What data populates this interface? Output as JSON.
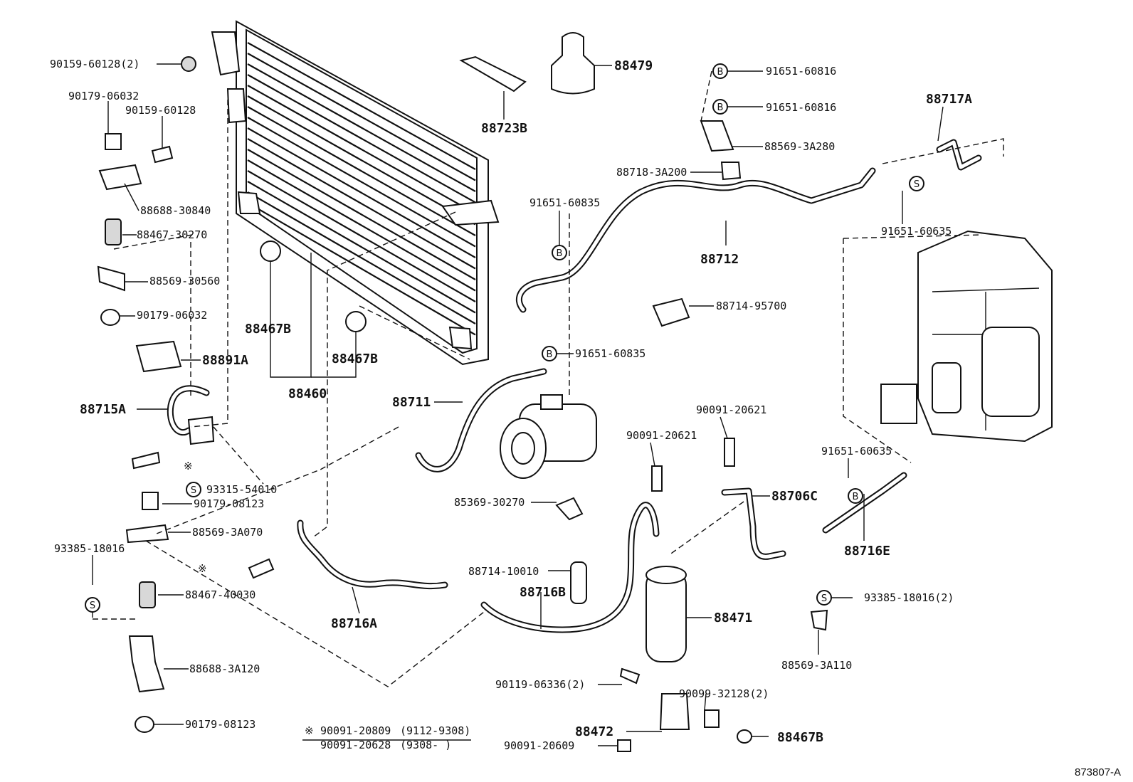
{
  "labels": {
    "l_90159_60128_2": "90159-60128(2)",
    "l_90179_06032_a": "90179-06032",
    "l_90159_60128": "90159-60128",
    "l_88688_30840": "88688-30840",
    "l_88467_30270": "88467-30270",
    "l_88569_30560": "88569-30560",
    "l_90179_06032_b": "90179-06032",
    "l_88891A": "88891A",
    "l_88715A": "88715A",
    "l_93315_54010": "93315-54010",
    "l_90179_08123_a": "90179-08123",
    "l_88569_3A070": "88569-3A070",
    "l_93385_18016": "93385-18016",
    "l_88467_40030": "88467-40030",
    "l_88688_3A120": "88688-3A120",
    "l_90179_08123_b": "90179-08123",
    "l_88467B_a": "88467B",
    "l_88467B_b": "88467B",
    "l_88460": "88460",
    "l_88723B": "88723B",
    "l_88479": "88479",
    "l_91651_60816_a": "91651-60816",
    "l_91651_60816_b": "91651-60816",
    "l_88569_3A280": "88569-3A280",
    "l_88718_3A200": "88718-3A200",
    "l_91651_60835_a": "91651-60835",
    "l_88712": "88712",
    "l_88714_95700": "88714-95700",
    "l_91651_60835_b": "91651-60835",
    "l_88711": "88711",
    "l_88717A": "88717A",
    "l_91651_60635_a": "91651-60635",
    "l_90091_20621_a": "90091-20621",
    "l_90091_20621_b": "90091-20621",
    "l_88706C": "88706C",
    "l_91651_60635_b": "91651-60635",
    "l_88716E": "88716E",
    "l_85369_30270": "85369-30270",
    "l_88714_10010": "88714-10010",
    "l_88716B": "88716B",
    "l_88716A": "88716A",
    "l_88471": "88471",
    "l_93385_18016_2": "93385-18016(2)",
    "l_88569_3A110": "88569-3A110",
    "l_90119_06336_2": "90119-06336(2)",
    "l_90099_32128_2": "90099-32128(2)",
    "l_88472": "88472",
    "l_88467B_c": "88467B",
    "l_90091_20609": "90091-20609"
  },
  "marks": {
    "b": "B",
    "s": "S",
    "star": "※"
  },
  "notes": {
    "note1_part": "90091-20809",
    "note1_range": "(9112-9308)",
    "note2_part": "90091-20628",
    "note2_range": "(9308-     )"
  },
  "reference": "873807-A"
}
